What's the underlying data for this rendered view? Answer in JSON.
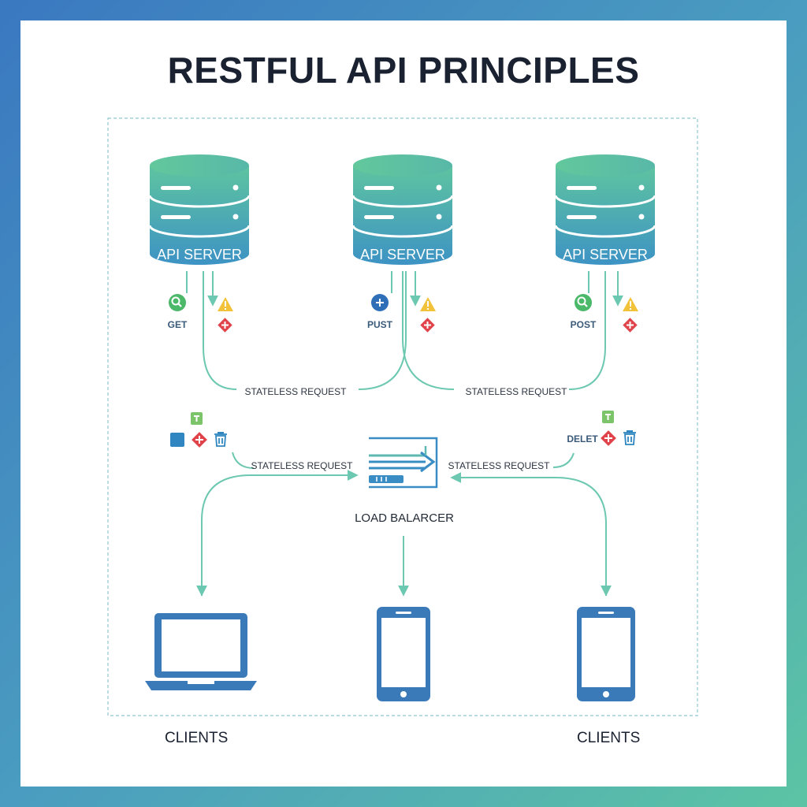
{
  "title": "RESTFUL API PRINCIPLES",
  "servers": [
    {
      "label": "API SERVER",
      "method": "GET"
    },
    {
      "label": "API SERVER",
      "method": "PUST"
    },
    {
      "label": "API SERVER",
      "method": "POST"
    }
  ],
  "stateless_labels": [
    "STATELESS REQUEST",
    "STATELESS REQUEST",
    "STATELESS REQUEST",
    "STATELESS REQUEST"
  ],
  "left_cluster_method": "",
  "right_cluster_method": "DELET",
  "load_balancer": {
    "label": "LOAD BALARCER"
  },
  "clients": [
    "CLIENTS",
    "CLIENTS"
  ],
  "colors": {
    "server_top": "#5ec4a0",
    "server_bottom": "#3d93c4",
    "connector": "#6cc8b0",
    "device": "#3a7ab8",
    "icon_green": "#4cb86a",
    "icon_blue": "#2f6fb8",
    "icon_red": "#e0434a",
    "icon_yellow": "#f2c23a",
    "icon_lightgreen": "#7cc46a",
    "icon_square": "#2f86c0"
  },
  "icons": [
    "search-icon",
    "warning-icon",
    "plus-icon",
    "trash-icon",
    "pin-icon",
    "square-icon",
    "laptop-icon",
    "phone-icon",
    "tablet-icon",
    "load-balancer-icon"
  ]
}
